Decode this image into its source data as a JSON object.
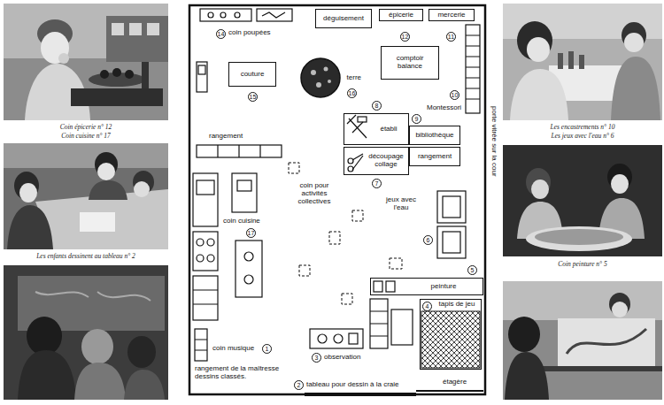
{
  "diagram": {
    "nodes": [
      {
        "text": [
          "déguisement"
        ]
      },
      {
        "text": [
          "épicerie"
        ]
      },
      {
        "text": [
          "mercerie"
        ]
      },
      {
        "text": [
          "couture"
        ]
      },
      {
        "text": [
          "terre"
        ]
      },
      {
        "text": [
          "comptoir balance"
        ]
      },
      {
        "text": [
          "établi"
        ]
      },
      {
        "text": [
          "bibliothèque"
        ]
      },
      {
        "text": [
          "découpage collage"
        ]
      },
      {
        "text": [
          "rangement"
        ]
      },
      {
        "text": [
          "peinture"
        ]
      },
      {
        "text": [
          "tapis de jeu"
        ]
      }
    ],
    "labels": [
      "Coin épicerie n° 12",
      "Coin cuisine n° 17",
      "Les enfants dessinent au tableau n° 2",
      "Les encastrements n° 10",
      "Les jeux avec l'eau n° 6",
      "Coin peinture n° 5",
      "coin poupées",
      "14",
      "15",
      "16",
      "12",
      "11",
      "Montessori",
      "10",
      "8",
      "9",
      "7",
      "rangement",
      "coin cuisine",
      "17",
      "coin pour activités collectives",
      "jeux avec l'eau",
      "6",
      "5",
      "coin musique",
      "1",
      "rangement de la maîtresse dessins classés.",
      "3",
      "observation",
      "4",
      "2",
      "tableau pour dessin à la craie",
      "étagère",
      "porte vitrée sur la cour"
    ]
  }
}
